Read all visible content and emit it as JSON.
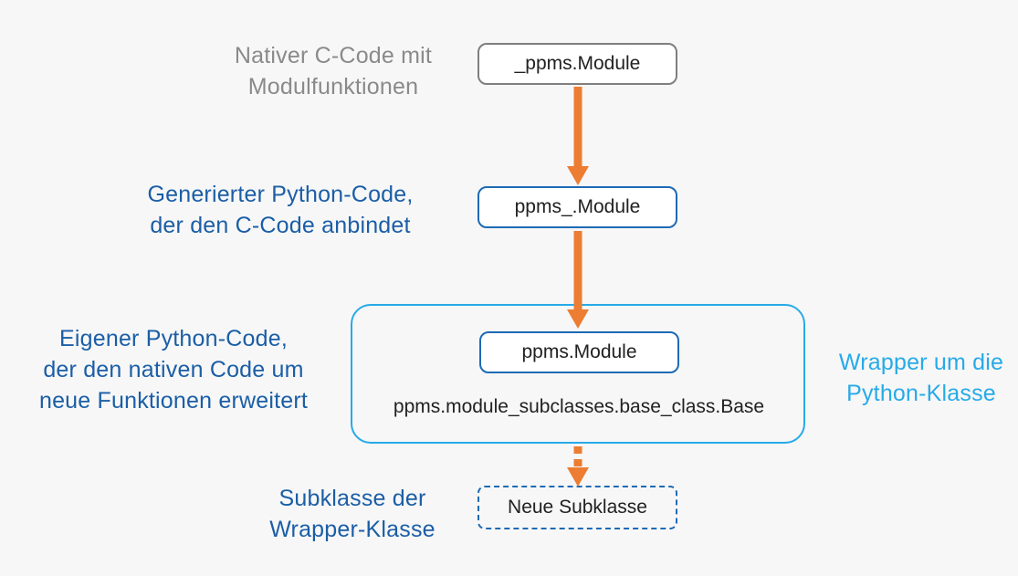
{
  "colors": {
    "bg": "#f7f7f7",
    "box_bg": "#ffffff",
    "orange": "#ec7d33",
    "gray_text": "#8a8a8a",
    "gray_border": "#7f7f7f",
    "blue_text": "#1b5ea6",
    "blue_line": "#1e6ab4",
    "cyan": "#27aae8",
    "text_dark": "#212121"
  },
  "labels": {
    "native": {
      "lines": [
        "Nativer C-Code mit",
        "Modulfunktionen"
      ]
    },
    "generated": {
      "lines": [
        "Generierter Python-Code,",
        "der den C-Code anbindet"
      ]
    },
    "own": {
      "lines": [
        "Eigener Python-Code,",
        "der den nativen Code um",
        "neue Funktionen erweitert"
      ]
    },
    "wrapper": {
      "lines": [
        "Wrapper um die",
        "Python-Klasse"
      ]
    },
    "subclass": {
      "lines": [
        "Subklasse der",
        "Wrapper-Klasse"
      ]
    }
  },
  "nodes": {
    "native_module": "_ppms.Module",
    "generated_module": "ppms_.Module",
    "wrapper_module": "ppms.Module",
    "base_class": "ppms.module_subclasses.base_class.Base",
    "new_subclass": "Neue Subklasse"
  }
}
